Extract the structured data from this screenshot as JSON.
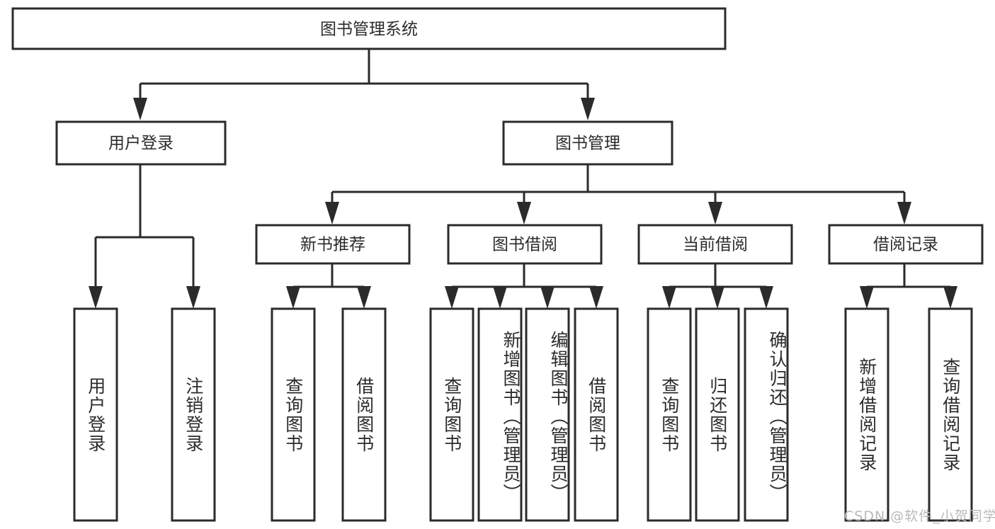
{
  "diagram": {
    "title_node": {
      "label": "图书管理系统"
    },
    "level2": [
      {
        "id": "user-login",
        "label": "用户登录"
      },
      {
        "id": "book-manage",
        "label": "图书管理"
      }
    ],
    "level3": [
      {
        "id": "new-book-recommend",
        "label": "新书推荐"
      },
      {
        "id": "book-borrow",
        "label": "图书借阅"
      },
      {
        "id": "current-borrow",
        "label": "当前借阅"
      },
      {
        "id": "borrow-record",
        "label": "借阅记录"
      }
    ],
    "leaves": {
      "user-login": [
        {
          "id": "leaf-user-login",
          "label": "用户登录"
        },
        {
          "id": "leaf-logout-login",
          "label": "注销登录"
        }
      ],
      "new-book-recommend": [
        {
          "id": "leaf-query-book-1",
          "label": "查询图书"
        },
        {
          "id": "leaf-borrow-book-1",
          "label": "借阅图书"
        }
      ],
      "book-borrow": [
        {
          "id": "leaf-query-book-2",
          "label": "查询图书"
        },
        {
          "id": "leaf-add-book",
          "label": "新增图书（管理员）"
        },
        {
          "id": "leaf-edit-book",
          "label": "编辑图书（管理员）"
        },
        {
          "id": "leaf-borrow-book-2",
          "label": "借阅图书"
        }
      ],
      "current-borrow": [
        {
          "id": "leaf-query-book-3",
          "label": "查询图书"
        },
        {
          "id": "leaf-return-book",
          "label": "归还图书"
        },
        {
          "id": "leaf-confirm-return",
          "label": "确认归还（管理员）"
        }
      ],
      "borrow-record": [
        {
          "id": "leaf-add-record",
          "label": "新增借阅记录"
        },
        {
          "id": "leaf-query-record",
          "label": "查询借阅记录"
        }
      ]
    }
  },
  "watermark": {
    "text": "CSDN @软件_小贺同学"
  },
  "colors": {
    "stroke": "#2b2b2b",
    "fill": "#ffffff",
    "text": "#2b2b2b",
    "watermark": "#b9b9b9"
  }
}
